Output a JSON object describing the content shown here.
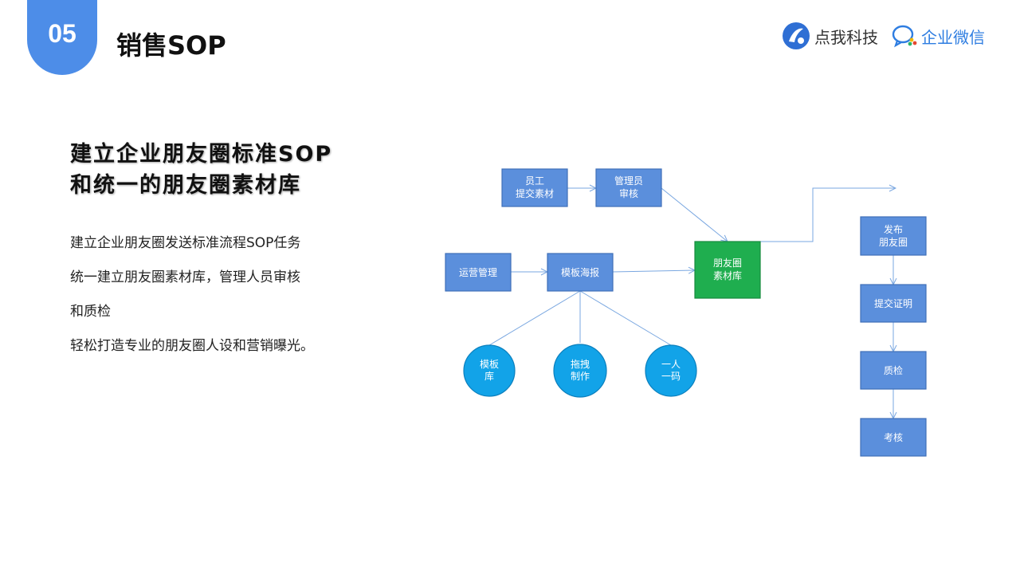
{
  "header": {
    "section_number": "05",
    "title": "销售SOP",
    "logo_dianwo": "点我科技",
    "logo_wecom": "企业微信"
  },
  "left": {
    "heading_line1": "建立企业朋友圈标准SOP",
    "heading_line2": "和统一的朋友圈素材库",
    "paragraph_lines": [
      "建立企业朋友圈发送标准流程SOP任务",
      "统一建立朋友圈素材库，管理人员审核",
      "和质检",
      "轻松打造专业的朋友圈人设和营销曝光。"
    ]
  },
  "diagram": {
    "colors": {
      "box": "#5b8fdc",
      "green": "#1fae4f",
      "circle": "#12a3e8",
      "edge": "#7aa7e0"
    },
    "nodes": {
      "employee_submit": [
        "员工",
        "提交素材"
      ],
      "admin_review": [
        "管理员",
        "审核"
      ],
      "ops_manage": [
        "运营管理"
      ],
      "template_poster": [
        "模板海报"
      ],
      "material_library": [
        "朋友圈",
        "素材库"
      ],
      "publish": [
        "发布",
        "朋友圈"
      ],
      "submit_proof": [
        "提交证明"
      ],
      "quality_check": [
        "质检"
      ],
      "assessment": [
        "考核"
      ],
      "template_lib": [
        "模板",
        "库"
      ],
      "drag_make": [
        "拖拽",
        "制作"
      ],
      "one_code": [
        "一人",
        "一码"
      ]
    }
  }
}
